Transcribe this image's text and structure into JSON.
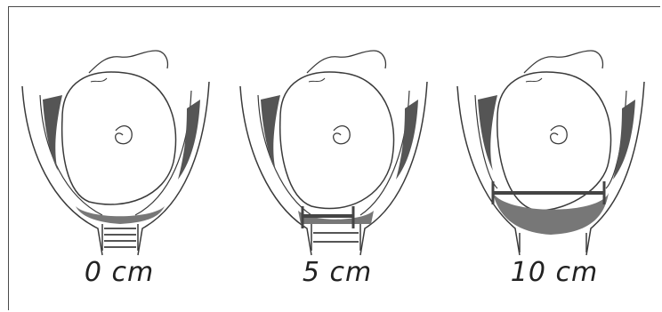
{
  "figure": {
    "panels": [
      {
        "label": "0 cm",
        "dilation_cm": 0
      },
      {
        "label": "5 cm",
        "dilation_cm": 5
      },
      {
        "label": "10 cm",
        "dilation_cm": 10
      }
    ],
    "colors": {
      "line": "#3a3a3a",
      "shade": "#555555",
      "measure": "#444444"
    }
  }
}
